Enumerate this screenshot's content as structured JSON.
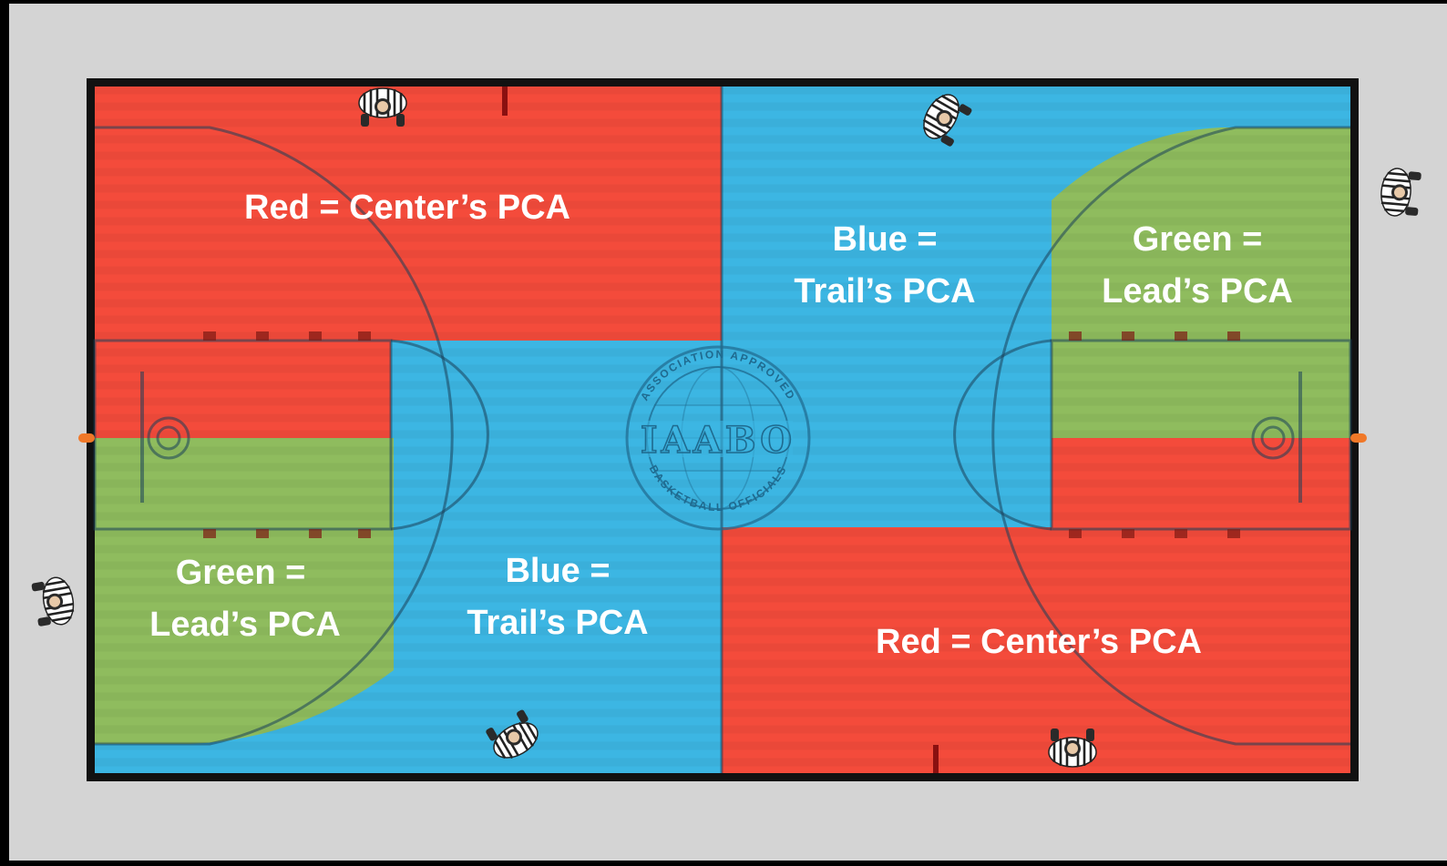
{
  "zones": {
    "red_top": "Red = Center’s PCA",
    "blue_top_line1": "Blue =",
    "blue_top_line2": "Trail’s PCA",
    "green_top_line1": "Green =",
    "green_top_line2": "Lead’s PCA",
    "green_bottom_line1": "Green =",
    "green_bottom_line2": "Lead’s PCA",
    "blue_bottom_line1": "Blue =",
    "blue_bottom_line2": "Trail’s PCA",
    "red_bottom": "Red = Center’s PCA"
  },
  "logo": {
    "main": "IAABO",
    "ring_top": "ASSOCIATION APPROVED",
    "ring_bottom": "BASKETBALL OFFICIALS"
  },
  "colors": {
    "red": "#f44b3b",
    "blue": "#3cb6e3",
    "green": "#8fbc5e",
    "floor_surround": "#d4d4d4",
    "court_border": "#111111"
  },
  "officials": [
    {
      "name": "official-top-left",
      "role": "referee"
    },
    {
      "name": "official-top-center",
      "role": "referee"
    },
    {
      "name": "official-right-endline",
      "role": "referee"
    },
    {
      "name": "official-left-endline",
      "role": "referee"
    },
    {
      "name": "official-bottom-left",
      "role": "referee"
    },
    {
      "name": "official-bottom-right",
      "role": "referee"
    }
  ]
}
